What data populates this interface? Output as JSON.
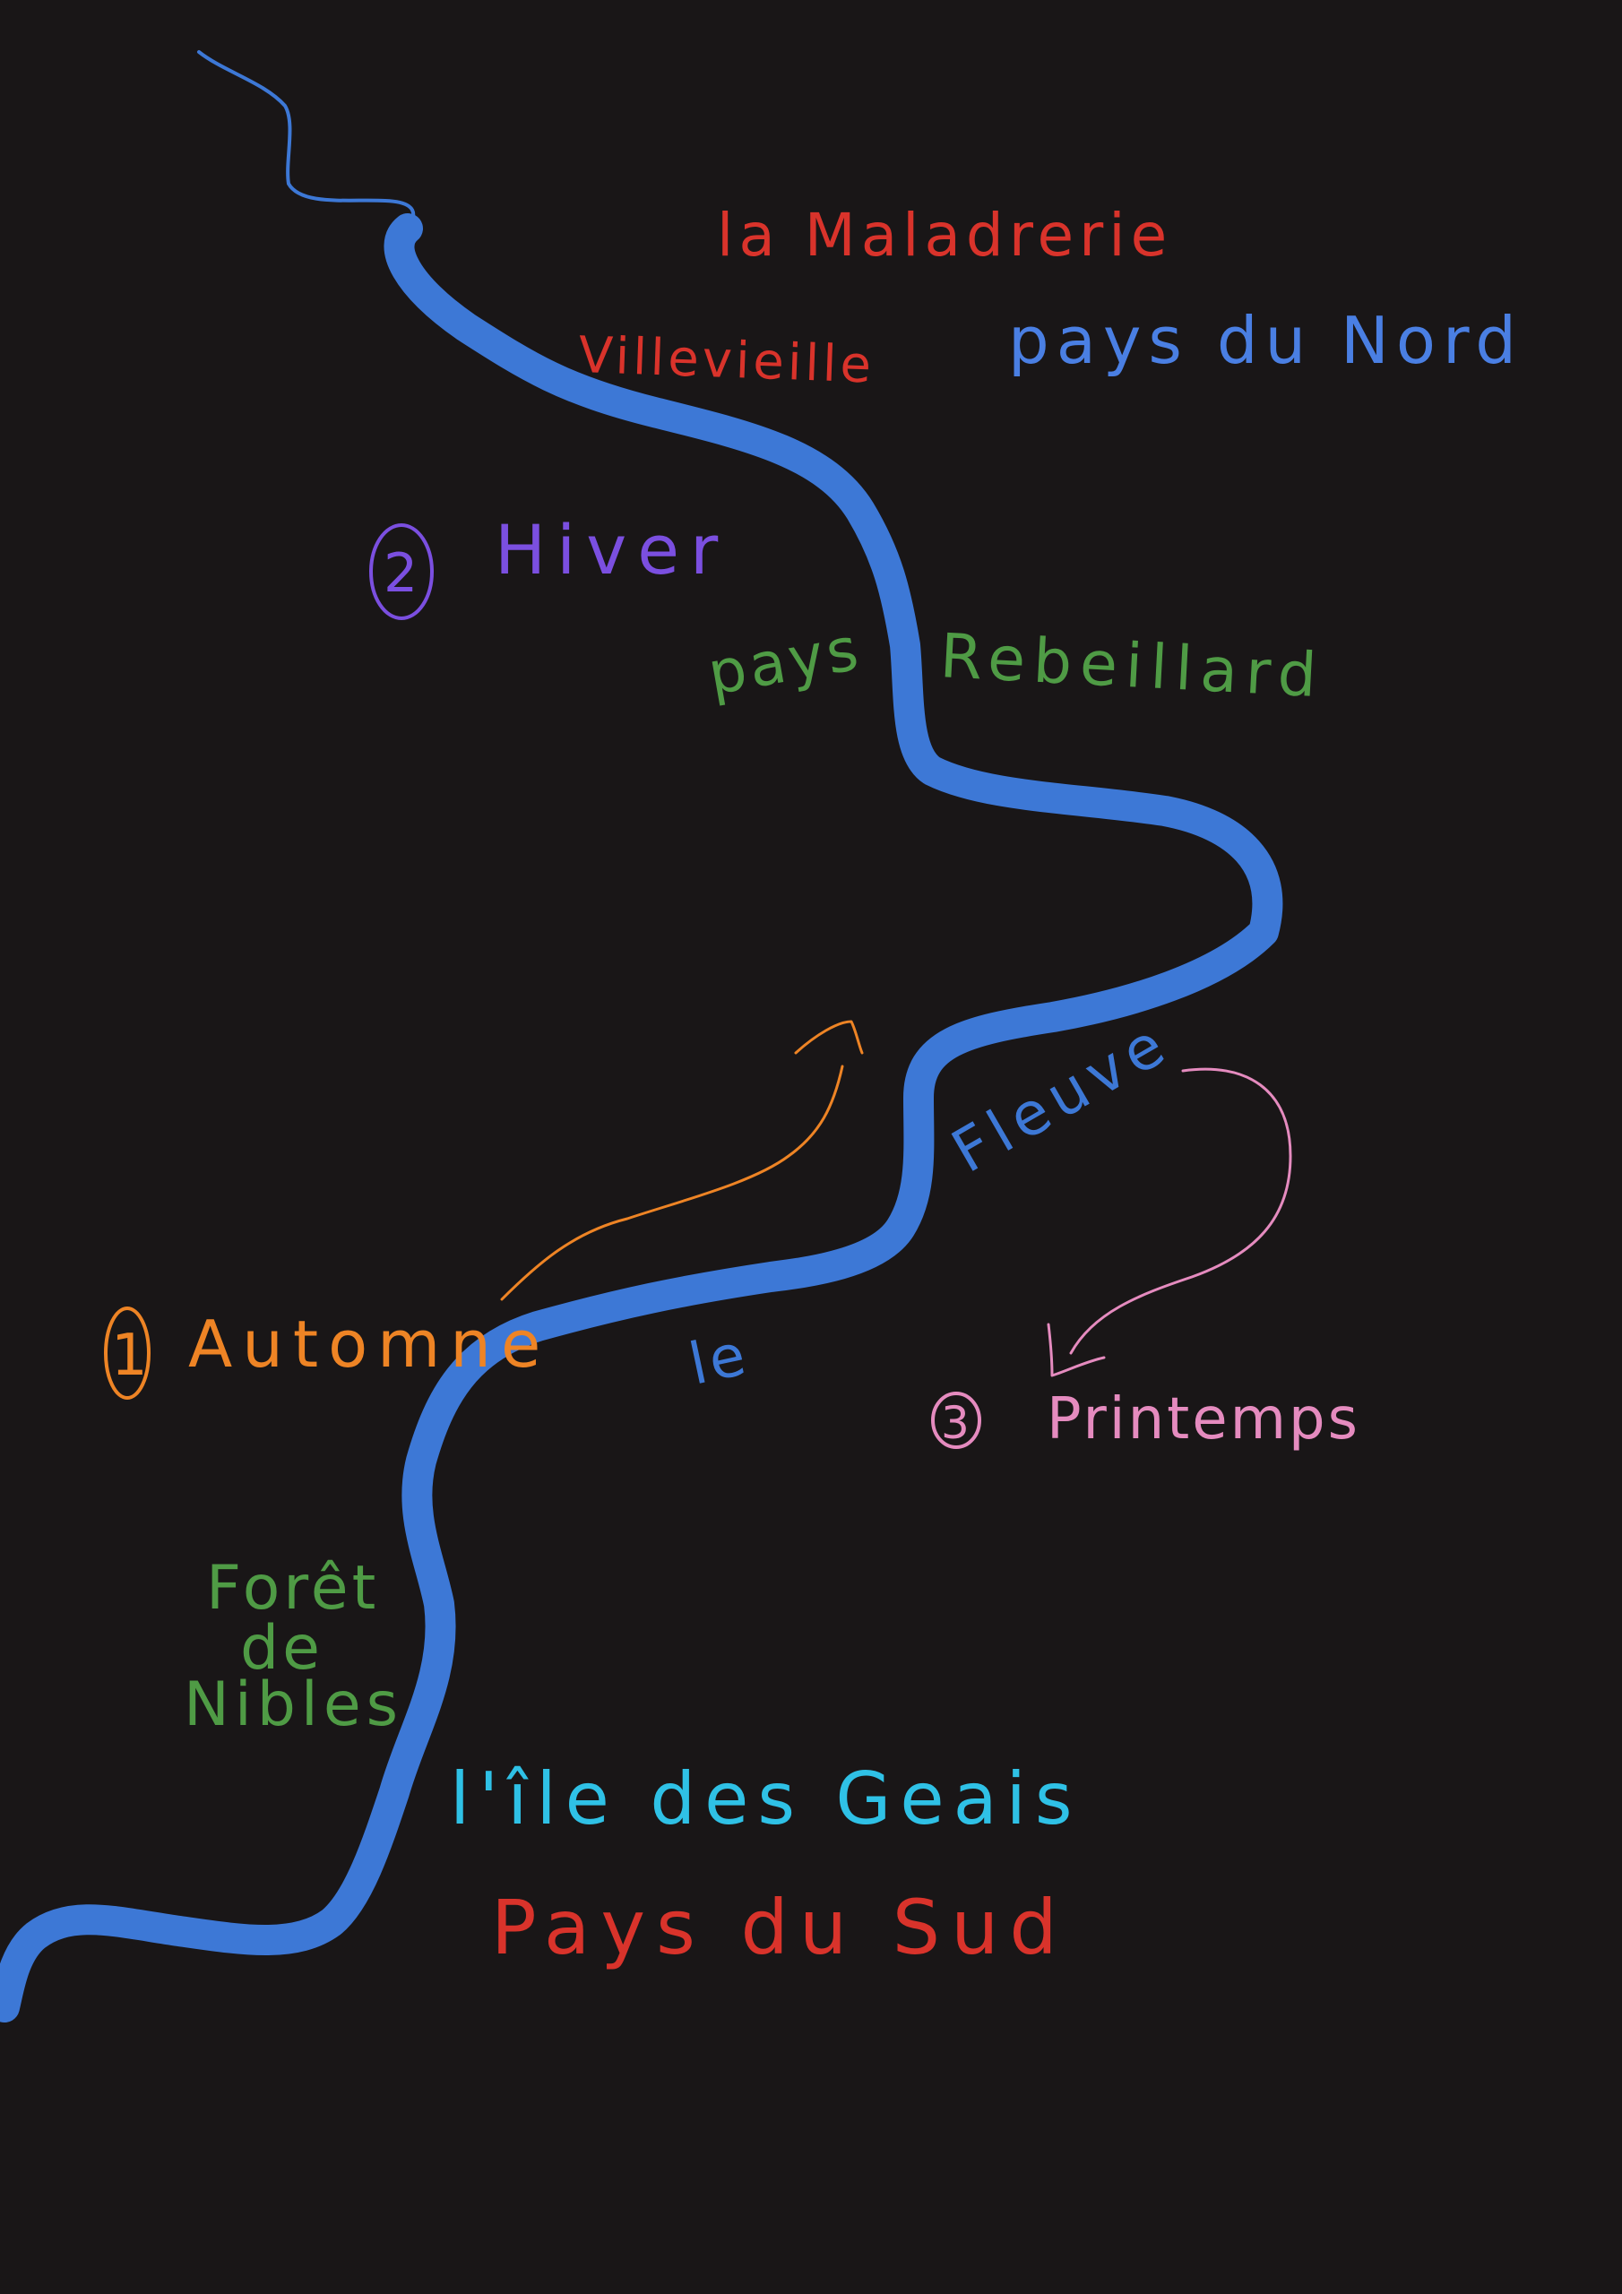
{
  "colors": {
    "background": "#191617",
    "river": "#3d78d6",
    "red": "#d9332b",
    "blue": "#4a7fe3",
    "purple": "#7b4fe0",
    "green": "#4f9b45",
    "orange": "#ee8425",
    "pink": "#e58bbf",
    "cyan": "#2fc1e6"
  },
  "labels": {
    "maladrerie": "la Maladrerie",
    "villevieille": "Villevieille",
    "pays_nord": "pays du Nord",
    "hiver_number": "2",
    "hiver": "Hiver",
    "pays": "pays",
    "rebeillard": "Rebeillard",
    "fleuve": "Fleuve",
    "le": "le",
    "automne_number": "1",
    "automne": "Automne",
    "printemps_number": "3",
    "printemps": "Printemps",
    "foret": "Forêt",
    "de": "de",
    "nibles": "Nibles",
    "ile_des_geais": "l'île des Geais",
    "pays_sud": "Pays du Sud"
  },
  "icons": {
    "river": "river-line",
    "autumn_arrow": "arrow-icon",
    "spring_arrow": "arrow-icon"
  }
}
